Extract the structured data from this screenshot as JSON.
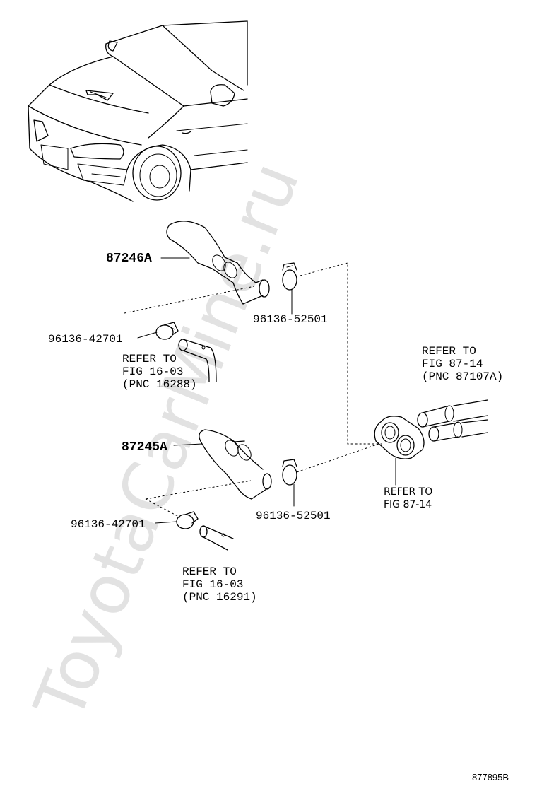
{
  "watermark": "ToyotaCarMine.ru",
  "figure_number": "877895B",
  "labels": {
    "part_87246A": "87246A",
    "part_87245A": "87245A",
    "clamp_upper_right": "96136-52501",
    "clamp_upper_left": "96136-42701",
    "clamp_lower_right": "96136-52501",
    "clamp_lower_left": "96136-42701",
    "refer_upper_left": [
      "REFER TO",
      "FIG 16-03",
      "(PNC 16288)"
    ],
    "refer_lower_left": [
      "REFER TO",
      "FIG 16-03",
      "(PNC 16291)"
    ],
    "refer_right_top": [
      "REFER TO",
      "FIG 87-14",
      "(PNC 87107A)"
    ],
    "refer_right_mid": [
      "REFER TO",
      "FIG 87-14"
    ]
  }
}
